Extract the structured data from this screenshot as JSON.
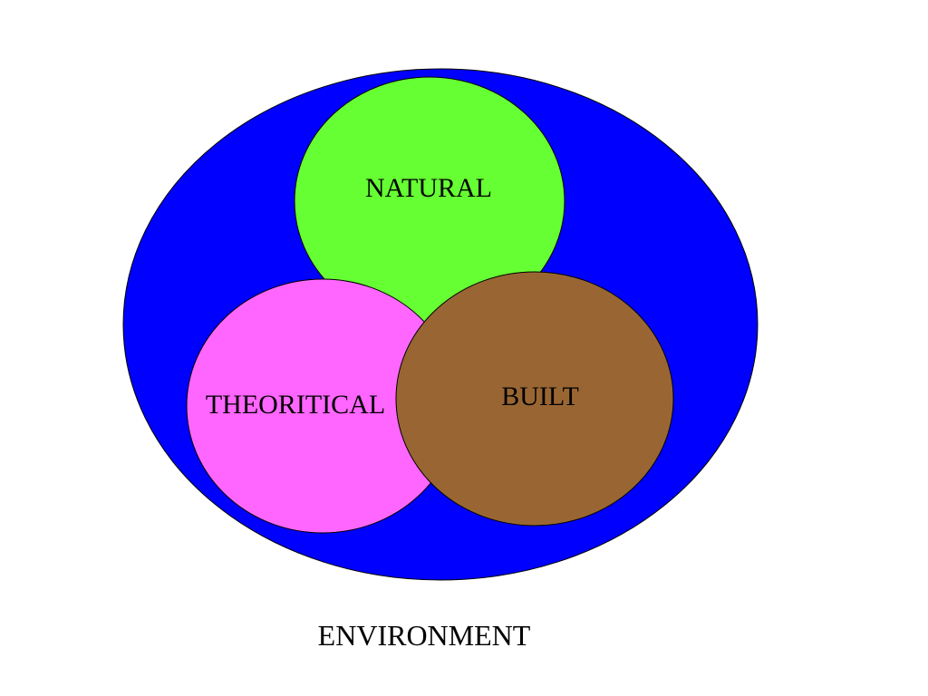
{
  "diagram": {
    "outer": {
      "label": "ENVIRONMENT",
      "color": "#0000ff"
    },
    "natural": {
      "label": "NATURAL",
      "color": "#66ff33"
    },
    "theoretical": {
      "label": "THEORITICAL",
      "color": "#ff66ff"
    },
    "built": {
      "label": "BUILT",
      "color": "#996633"
    },
    "outline_color": "#000000",
    "background_color": "#ffffff"
  }
}
